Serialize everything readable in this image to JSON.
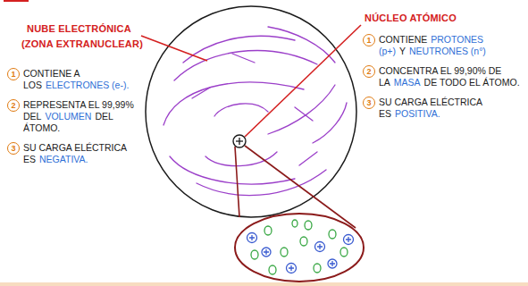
{
  "diagram": {
    "labels": [
      "NUBE ELECTRÓNICA",
      "(ZONA EXTRANUCLEAR)",
      "1",
      "CONTIENE A LOS",
      "ELECTRONES (e-).",
      "2",
      "REPRESENTA EL 99,99% DEL",
      "VOLUMEN",
      "DEL ÁTOMO.",
      "3",
      "SU CARGA ELÉCTRICA ES",
      "NEGATIVA.",
      "NÚCLEO ATÓMICO",
      "1",
      "CONTIENE",
      "PROTONES (p+)",
      "Y",
      "NEUTRONES (n°)",
      "2",
      "CONCENTRA EL 99,90% DE LA",
      "MASA",
      "DE TODO EL ÁTOMO.",
      "3",
      "SU CARGA ELÉCTRICA ES",
      "POSITIVA."
    ]
  }
}
